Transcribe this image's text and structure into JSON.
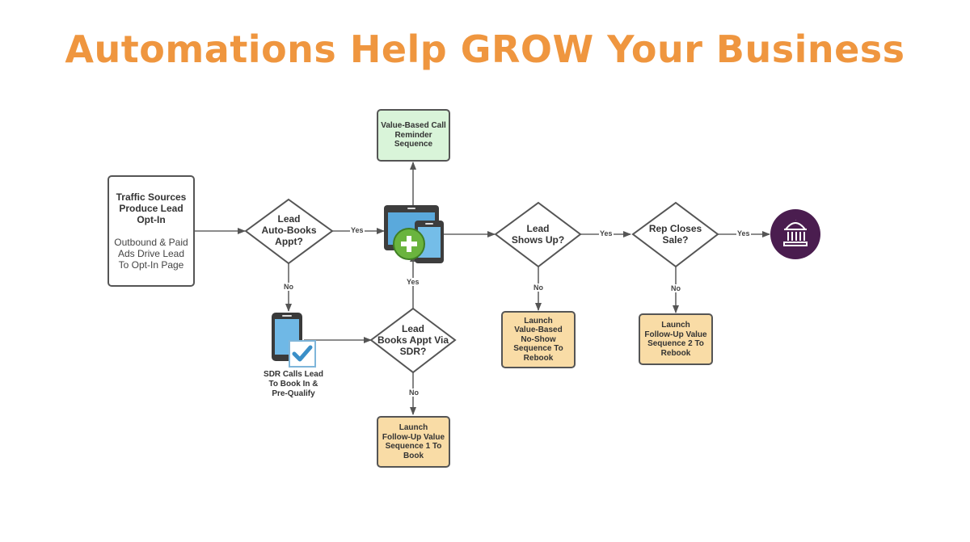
{
  "title": "Automations Help GROW Your Business",
  "colors": {
    "title": "#ef963f",
    "line": "#555555",
    "green_box": "#d9f4d9",
    "tan_box": "#f9dca6",
    "end_circle": "#4a1d4f",
    "plus_circle": "#6ab43e",
    "device_screen": "#5aa9dc"
  },
  "nodes": {
    "start": {
      "heading": [
        "Traffic Sources",
        "Produce Lead",
        "Opt-In"
      ],
      "body": [
        "Outbound & Paid",
        "Ads Drive Lead",
        "To Opt-In Page"
      ]
    },
    "decision_auto_books": [
      "Lead",
      "Auto-Books",
      "Appt?"
    ],
    "reminder": [
      "Value-Based Call",
      "Reminder",
      "Sequence"
    ],
    "devices_icon": "tablet-phone-plus-icon",
    "sdr_caption": [
      "SDR Calls Lead",
      "To Book In &",
      "Pre-Qualify"
    ],
    "phone_icon": "phone-checkmark-icon",
    "decision_sdr": [
      "Lead",
      "Books Appt Via",
      "SDR?"
    ],
    "followup1": [
      "Launch",
      "Follow-Up Value",
      "Sequence 1 To",
      "Book"
    ],
    "decision_shows_up": [
      "Lead",
      "Shows Up?"
    ],
    "noshow": [
      "Launch",
      "Value-Based",
      "No-Show",
      "Sequence To",
      "Rebook"
    ],
    "decision_closes": [
      "Rep Closes",
      "Sale?"
    ],
    "followup2": [
      "Launch",
      "Follow-Up Value",
      "Sequence 2 To",
      "Rebook"
    ],
    "end_icon": "bank-building-icon"
  },
  "edge_labels": {
    "auto_yes": "Yes",
    "auto_no": "No",
    "sdr_yes": "Yes",
    "sdr_no": "No",
    "shows_yes": "Yes",
    "shows_no": "No",
    "closes_yes": "Yes",
    "closes_no": "No"
  }
}
